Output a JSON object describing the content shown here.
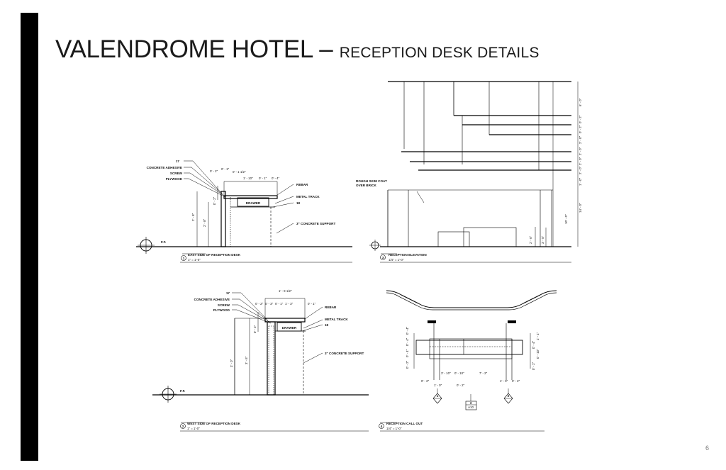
{
  "slide": {
    "title_main": "VALENDROME HOTEL – ",
    "title_sub": "RECEPTION DESK DETAILS",
    "page_number": "6"
  },
  "drawing1": {
    "labels": {
      "n17": "17",
      "concrete_adhesive": "CONCRETE ADHESIVE",
      "screw": "SCREW",
      "plywood": "PLYWOOD",
      "rebar": "REBAR",
      "metal_track": "METAL TRACK",
      "n18": "18",
      "concrete_support": "3\" CONCRETE SUPPORT",
      "drawer": "DRAWER",
      "ff": "F.F."
    },
    "dims": {
      "d1": "0' - 2\"",
      "d2": "0' - 1\"",
      "d3": "0' - 1 1/2\"",
      "d4": "1' - 10\"",
      "d5": "0' - 1\"",
      "d6": "0' - 4\"",
      "d7": "2' - 8\"",
      "d8": "2' - 8\"",
      "d9": "0' - 2\""
    },
    "caption": "EAST SIDE OF RECEPTION DESK",
    "scale": "1\" = 1'-0\"",
    "ref": "1"
  },
  "drawing2": {
    "labels": {
      "rough_skim": "ROUGH SKIM COAT",
      "over_brick": "OVER BRICK"
    },
    "dims": {
      "v1": "6' - 0\"",
      "v2": "0' - 2\"",
      "v3": "0' - 2\"",
      "v4": "2' - 0\"",
      "v5": "2' - 0\"",
      "v6": "2' - 0\"",
      "v7": "2' - 0\"",
      "v8": "1' - 0\"",
      "v9": "14' - 0\"",
      "v10": "10' - 0\"",
      "v11": "2' - 6\"",
      "v12": "3' - 5\""
    },
    "caption": "RECEPTION ELEVATION",
    "scale": "1/4\" = 1'-0\"",
    "ref": "3"
  },
  "drawing3": {
    "labels": {
      "n17": "17",
      "concrete_adhesive": "CONCRETE ADHESIVE",
      "screw": "SCREW",
      "plywood": "PLYWOOD",
      "rebar": "REBAR",
      "metal_track": "METAL TRACK",
      "n18": "18",
      "concrete_support": "3\" CONCRETE SUPPORT",
      "drawer": "DRAWER",
      "ff": "F.F."
    },
    "dims": {
      "top": "1' - 9 1/2\"",
      "d1": "0' - 2\"",
      "d2": "0' - 3\"",
      "d3": "0' - 1\"",
      "d4": "1' - 3\"",
      "d5": "0' - 1\"",
      "d6": "0' - 2\"",
      "d7": "3' - 0\"",
      "d8": "3' - 6\""
    },
    "caption": "WEST SIDE OF RECEPTION DESK",
    "scale": "1\" = 1'-0\"",
    "ref": "2"
  },
  "drawing4": {
    "dims": {
      "l1": "0' - 4\"",
      "l2": "0' - 4\"",
      "l3": "0' - 4\"",
      "l4": "0' - 2\"",
      "r1": "1' - 1\"",
      "r2": "0' - 4\"",
      "r3": "0' - 10\"",
      "r4": "0' - 2\"",
      "b1": "3' - 10\"",
      "b2": "0' - 10\"",
      "b3": "7' - 2\"",
      "c1": "0' - 2\"",
      "c2": "1' - 0\"",
      "c3": "0' - 2\"",
      "c4": "1' - 0\"",
      "c5": "0' - 2\""
    },
    "markers": {
      "m1": "1",
      "m2": "2",
      "m3": "3",
      "sheet": "A10"
    },
    "caption": "RECEPTION CALL OUT",
    "scale": "1/4\" = 1'-0\"",
    "ref": "4"
  }
}
